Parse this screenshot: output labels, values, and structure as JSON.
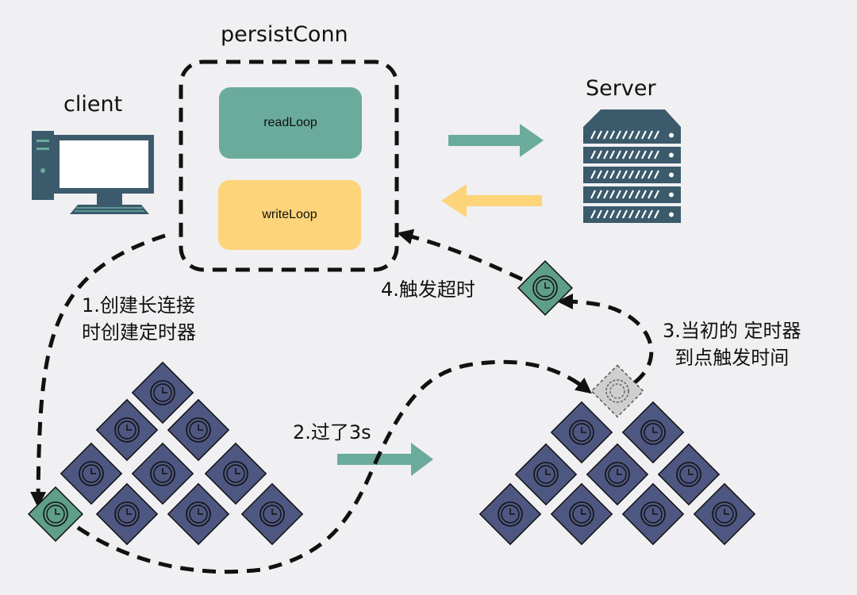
{
  "labels": {
    "persist_conn": "persistConn",
    "client": "client",
    "server": "Server",
    "read_loop": "readLoop",
    "write_loop": "writeLoop"
  },
  "steps": {
    "step1_line1": "1.创建长连接",
    "step1_line2": "时创建定时器",
    "step2": "2.过了3s",
    "step3_line1": "3.当初的 定时器",
    "step3_line2": "到点触发时间",
    "step4": "4.触发超时"
  },
  "colors": {
    "background": "#f0f0f2",
    "read_loop": "#6aab9c",
    "write_loop": "#fdd479",
    "timer_normal": "#4e5781",
    "timer_active": "#5e9e8a",
    "timer_fired": "#cfcfcf",
    "arrow_teal": "#6aab9c",
    "arrow_yellow": "#fdd479",
    "server": "#3b5a6b",
    "server_accent": "#6aab9c"
  },
  "icons": {
    "client": "desktop-computer-icon",
    "server": "server-rack-icon",
    "timer": "clock-icon"
  }
}
